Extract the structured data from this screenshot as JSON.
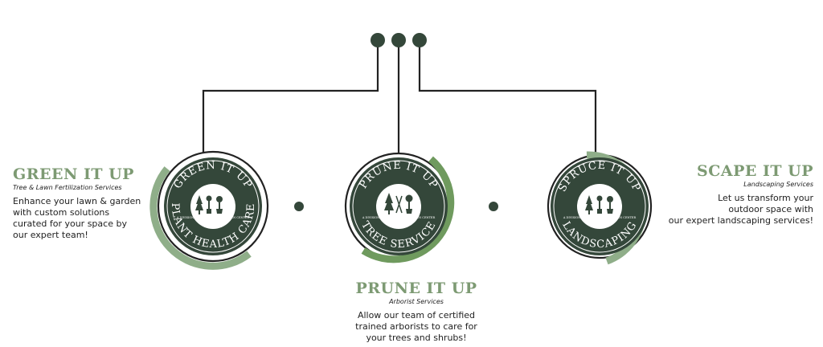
{
  "colors": {
    "dark_green": "#34473a",
    "medium_green": "#6f9a5e",
    "light_green": "#8fae89",
    "line": "#222222"
  },
  "services": [
    {
      "title": "GREEN IT UP",
      "subtitle": "Tree & Lawn Fertilization Services",
      "desc_lines": [
        "Enhance your lawn & garden",
        "with custom solutions",
        "curated for your space by",
        "our expert team!"
      ],
      "badge_top": "GREEN IT UP",
      "badge_bottom": "PLANT HEALTH CARE",
      "badge_small": "A DIVISION OF SPRUCE IT UP GARDEN CENTER"
    },
    {
      "title": "PRUNE IT UP",
      "subtitle": "Arborist Services",
      "desc_lines": [
        "Allow our team of certified",
        "trained arborists to care for",
        "your trees and shrubs!"
      ],
      "badge_top": "PRUNE IT UP",
      "badge_bottom": "TREE SERVICE",
      "badge_small": "A DIVISION OF SPRUCE IT UP GARDEN CENTER"
    },
    {
      "title": "SCAPE IT UP",
      "subtitle": "Landscaping Services",
      "desc_lines": [
        "Let us transform your",
        "outdoor space with",
        "our expert landscaping services!"
      ],
      "badge_top": "SPRUCE IT UP",
      "badge_bottom": "LANDSCAPING",
      "badge_small": "A DIVISION OF SPRUCE IT UP GARDEN CENTER"
    }
  ]
}
